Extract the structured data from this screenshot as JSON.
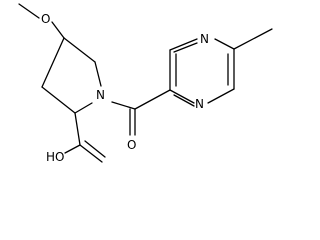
{
  "molecule": {
    "atom_labels": {
      "methoxy_oxygen": "O",
      "ring_nitrogen": "N",
      "carbonyl_oxygen": "O",
      "hydroxyl": "HO",
      "pyrazine_n1": "N",
      "pyrazine_n4": "N"
    },
    "colors": {
      "bond": "#000000",
      "label": "#000000",
      "background": "#ffffff"
    }
  }
}
